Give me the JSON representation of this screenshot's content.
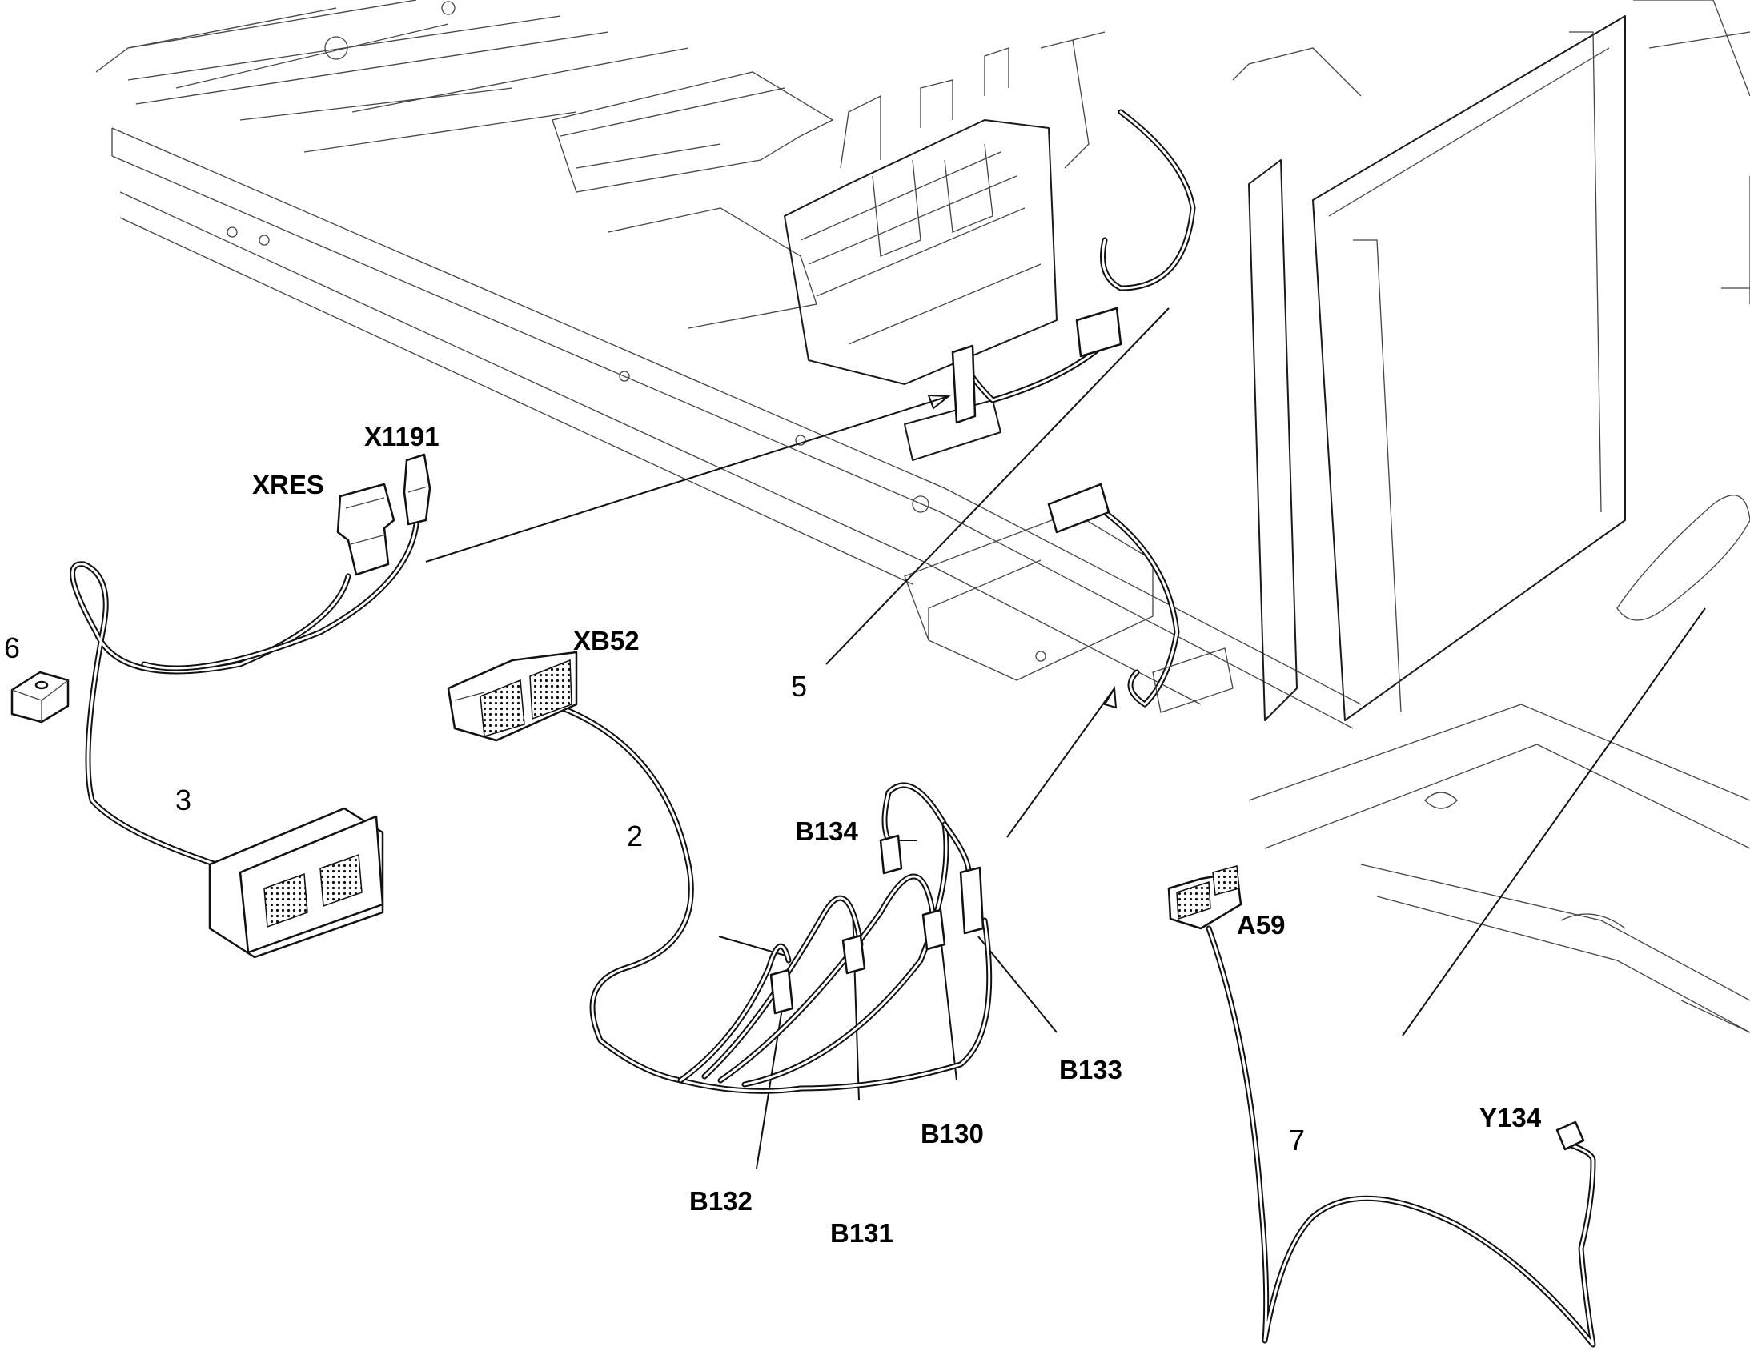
{
  "labels": {
    "x1191": "X1191",
    "xres": "XRES",
    "xb52": "XB52",
    "b134": "B134",
    "b133": "B133",
    "b130": "B130",
    "b131": "B131",
    "b132": "B132",
    "a59": "A59",
    "y134": "Y134",
    "n2": "2",
    "n3": "3",
    "n5": "5",
    "n6": "6",
    "n7": "7"
  }
}
